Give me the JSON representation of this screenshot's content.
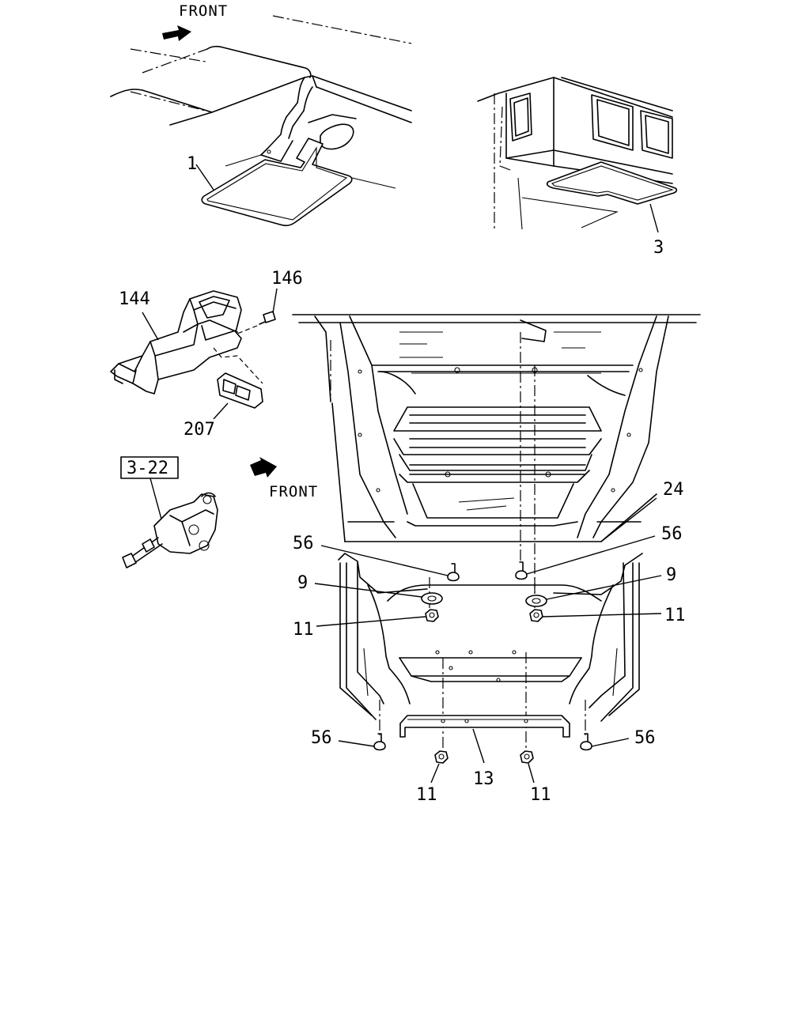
{
  "front_labels": {
    "top": "FRONT",
    "middle": "FRONT"
  },
  "ref_box": "3-22",
  "callouts": {
    "c1": "1",
    "c3": "3",
    "c144": "144",
    "c146": "146",
    "c207": "207",
    "c24": "24",
    "c56_left": "56",
    "c56_right": "56",
    "c9_left": "9",
    "c9_right": "9",
    "c11_left": "11",
    "c11_right": "11",
    "c56_bottom_left": "56",
    "c56_bottom_right": "56",
    "c11_bottom_left": "11",
    "c13": "13",
    "c11_bottom_right": "11"
  }
}
